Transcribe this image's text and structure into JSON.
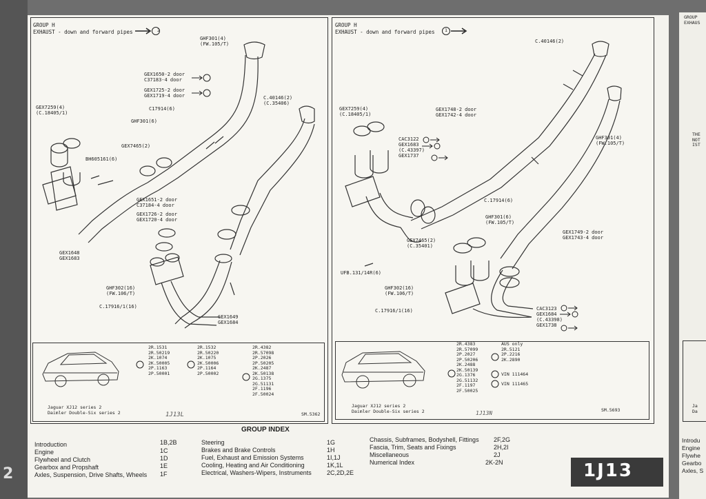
{
  "left_panel": {
    "group": "GROUP H",
    "title": "EXHAUST - down and forward pipes",
    "circled": "2",
    "labels": [
      {
        "id": "l1",
        "text": "GHF301(4)\n(FW.105/T)"
      },
      {
        "id": "l2",
        "text": "GEX1650-2 door\nC37183-4 door"
      },
      {
        "id": "l3",
        "text": "GEX1725-2 door\nGEX1719-4 door"
      },
      {
        "id": "l4",
        "text": "C17914(6)"
      },
      {
        "id": "l5",
        "text": "GHF301(6)"
      },
      {
        "id": "l6",
        "text": "GEX7259(4)\n(C.18405/1)"
      },
      {
        "id": "l7",
        "text": "GEX7465(2)"
      },
      {
        "id": "l8",
        "text": "BH605161(6)"
      },
      {
        "id": "l9",
        "text": "C.40146(2)\n(C.35406)"
      },
      {
        "id": "l10",
        "text": "GEX1651-2 door\nC37184-4 door"
      },
      {
        "id": "l11",
        "text": "GEX1726-2 door\nGEX1720-4 door"
      },
      {
        "id": "l12",
        "text": "GEX1648\nGEX1683"
      },
      {
        "id": "l13",
        "text": "GHF302(16)\n(FW.106/T)"
      },
      {
        "id": "l14",
        "text": "C.17916/1(16)"
      },
      {
        "id": "l15",
        "text": "GEX1649\nGEX1684"
      }
    ],
    "car_caption": "Jaguar XJ12 series 2\nDaimler Double-Six series 2",
    "col1": "2R.1531\n2R.50219\n2K.1074\n2K.50005\n2P.1163\n2P.50001",
    "col2": "2R.1532\n2R.50220\n2K.1075\n2K.50006\n2P.1164\n2P.50002",
    "col3": "2R.4382\n2R.57098\n2P.2026\n2P.50205\n2K.2487\n2K.50138\n2G.1375\n2G.51131\n2F.1196\n2F.50024",
    "handwritten": "1J13L",
    "ref": "SM.5362"
  },
  "right_panel": {
    "group": "GROUP H",
    "title": "EXHAUST - down and forward pipes",
    "circled": "1",
    "labels": [
      {
        "id": "r1",
        "text": "C.40146(2)"
      },
      {
        "id": "r2",
        "text": "GEX7259(4)\n(C.18405/1)"
      },
      {
        "id": "r3",
        "text": "GEX1748-2 door\nGEX1742-4 door"
      },
      {
        "id": "r4",
        "text": "CAC3122\nGEX1683\n(C.43397)\nGEX1737"
      },
      {
        "id": "r5",
        "text": "GHF301(4)\n(FW.105/T)"
      },
      {
        "id": "r6",
        "text": "C.17914(6)"
      },
      {
        "id": "r7",
        "text": "GHF301(6)\n(FW.105/T)"
      },
      {
        "id": "r8",
        "text": "GEX7465(2)\n(C.35401)"
      },
      {
        "id": "r9",
        "text": "GEX1749-2 door\nGEX1743-4 door"
      },
      {
        "id": "r10",
        "text": "UFB.131/14R(6)"
      },
      {
        "id": "r11",
        "text": "GHF302(16)\n(FW.106/T)"
      },
      {
        "id": "r12",
        "text": "C.17916/1(16)"
      },
      {
        "id": "r13",
        "text": "CAC3123\nGEX1684\n(C.43398)\nGEX1738"
      }
    ],
    "car_caption": "Jaguar XJ12 series 2\nDaimler Double-Six series 2",
    "col1": "2R.4383\n2R.57099\n2P.2027\n2P.50206\n2K.2488\n2K.50139\n2G.1376\n2G.51132\n2F.1197\n2F.50025",
    "col2": "AUS only\n2R.5121\n2P.2216\n2K.2890",
    "vin3": "VIN 111464",
    "vin4": "VIN 111465",
    "handwritten": "1J13N",
    "ref": "SM.5693"
  },
  "group_index": {
    "title": "GROUP INDEX",
    "col1": [
      {
        "label": "Introduction",
        "code": "1B,2B"
      },
      {
        "label": "Engine",
        "code": "1C"
      },
      {
        "label": "Flywheel and Clutch",
        "code": "1D"
      },
      {
        "label": "Gearbox and Propshaft",
        "code": "1E"
      },
      {
        "label": "Axles, Suspension, Drive Shafts, Wheels",
        "code": "1F"
      }
    ],
    "col2": [
      {
        "label": "Steering",
        "code": "1G"
      },
      {
        "label": "Brakes and Brake Controls",
        "code": "1H"
      },
      {
        "label": "Fuel, Exhaust and Emission Systems",
        "code": "1I,1J"
      },
      {
        "label": "Cooling, Heating and Air Conditioning",
        "code": "1K,1L"
      },
      {
        "label": "Electrical, Washers-Wipers, Instruments",
        "code": "2C,2D,2E"
      }
    ],
    "col3": [
      {
        "label": "Chassis, Subframes, Bodyshell, Fittings",
        "code": "2F,2G"
      },
      {
        "label": "Fascia, Trim, Seats and Fixings",
        "code": "2H,2I"
      },
      {
        "label": "Miscellaneous",
        "code": "2J"
      },
      {
        "label": "Numerical Index",
        "code": "2K-2N"
      }
    ]
  },
  "page_code": "1J13",
  "left_edge_char": "2",
  "right_sheet": {
    "top": "GROUP\nEXHAUS",
    "mid": "THE\nNOT\nIST",
    "bottom": "Introdu\nEngine\nFlywhe\nGearbo\nAxles, S",
    "caption": "Ja\nDa"
  }
}
